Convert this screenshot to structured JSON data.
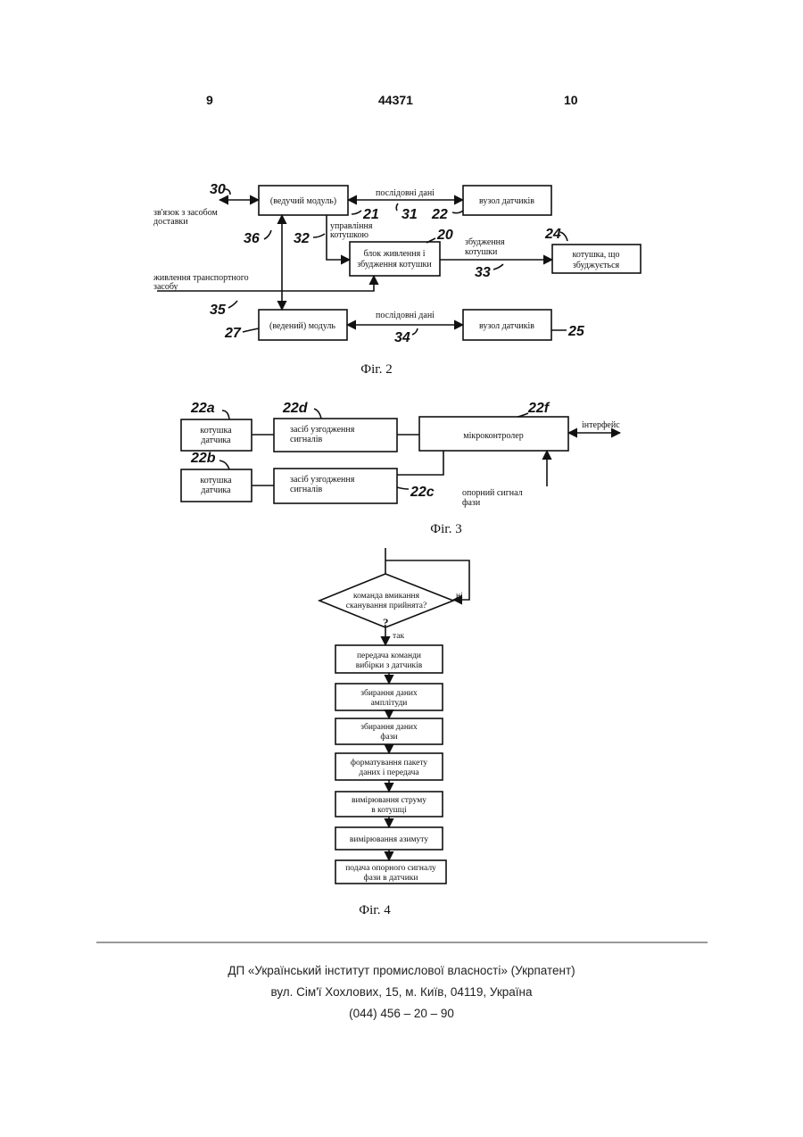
{
  "header": {
    "page_left": "9",
    "patent_number": "44371",
    "page_right": "10"
  },
  "fig2": {
    "caption": "Фіг. 2",
    "lead_module": "(ведучий модуль)",
    "slave_module": "(ведений) модуль",
    "sensor_node_1": "вузол датчиків",
    "sensor_node_2": "вузол датчиків",
    "power_block_l1": "блок живлення і",
    "power_block_l2": "збудження котушки",
    "coil_l1": "котушка, що",
    "coil_l2": "збуджується",
    "comm_l1": "зв'язок з засобом",
    "comm_l2": "доставки",
    "coil_ctrl_l1": "управління",
    "coil_ctrl_l2": "котушкою",
    "excite_l1": "збудження",
    "excite_l2": "котушки",
    "vehicle_l1": "живлення транспортного",
    "vehicle_l2": "засобу",
    "serial_top": "послідовні дані",
    "serial_bottom": "послідовні дані",
    "ref_30": "30",
    "ref_21": "21",
    "ref_31": "31",
    "ref_22": "22",
    "ref_36": "36",
    "ref_32": "32",
    "ref_20": "20",
    "ref_24": "24",
    "ref_33": "33",
    "ref_35": "35",
    "ref_27": "27",
    "ref_34": "34",
    "ref_25": "25"
  },
  "fig3": {
    "caption": "Фіг. 3",
    "ref_22a": "22a",
    "ref_22d": "22d",
    "ref_22f": "22f",
    "ref_22b": "22b",
    "ref_22c": "22c",
    "coil_a_l1": "котушка",
    "coil_a_l2": "датчика",
    "coil_b_l1": "котушка",
    "coil_b_l2": "датчика",
    "cond_a_l1": "засіб узгодження",
    "cond_a_l2": "сигналів",
    "cond_b_l1": "засіб узгодження",
    "cond_b_l2": "сигналів",
    "mcu": "мікроконтролер",
    "interface": "інтерфейс",
    "phase_ref_l1": "опорний сигнал",
    "phase_ref_l2": "фази"
  },
  "fig4": {
    "caption": "Фіг. 4",
    "decision_l1": "команда вмикання",
    "decision_l2": "сканування прийнята?",
    "q_mark": "?",
    "no": "ні",
    "yes": "так",
    "step1_l1": "передача команди",
    "step1_l2": "вибірки з датчиків",
    "step2_l1": "збирання даних",
    "step2_l2": "амплітуди",
    "step3_l1": "збирання даних",
    "step3_l2": "фази",
    "step4_l1": "форматування пакету",
    "step4_l2": "даних і передача",
    "step5_l1": "вимірювання струму",
    "step5_l2": "в котушці",
    "step6": "вимірювання азимуту",
    "step7_l1": "подача опорного сигналу",
    "step7_l2": "фази в датчики"
  },
  "footer": {
    "line1": "ДП «Український інститут промислової власності» (Укрпатент)",
    "line2": "вул. Сім'ї Хохлових, 15, м. Київ, 04119, Україна",
    "line3": "(044) 456 – 20 – 90"
  }
}
